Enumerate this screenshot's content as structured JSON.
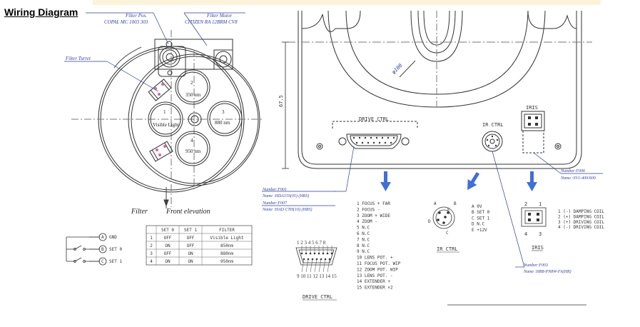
{
  "title": "Wiring Diagram",
  "callouts": {
    "filter_pos": [
      "Filter Pos.",
      "COPAL MC 1003 303"
    ],
    "filter_motor": [
      "Filter Motor",
      "CITIZEN RA 12BRM CV8"
    ],
    "filter_turret": "Filter Turret",
    "d100": "φ100",
    "dim_675": "67.5",
    "f001": [
      "Number:F001",
      "Name :HDA15S(05) (HRS)",
      "Number:F007",
      "Name :HAD CTH(10) (HRS)"
    ],
    "f003": [
      "Number:F003",
      "Name :HR8-PN8W-FA(HR)"
    ],
    "f006": [
      "Number:F006",
      "Name :SV1-400/600"
    ]
  },
  "filters": [
    {
      "num": "2",
      "label": "350 nm"
    },
    {
      "num": "1",
      "label": "Visible Light"
    },
    {
      "num": "3",
      "label": "880 nm"
    },
    {
      "num": "4",
      "label": "950 nm"
    }
  ],
  "elevation_captions": [
    "Filter",
    "Front elevation"
  ],
  "switch_labels": [
    "GND",
    "SET 0",
    "SET 1"
  ],
  "filter_table": {
    "headers": [
      "",
      "SET 0",
      "SET 1",
      "FILTER"
    ],
    "rows": [
      [
        "1",
        "OFF",
        "OFF",
        "Visible Light"
      ],
      [
        "2",
        "ON",
        "OFF",
        "850nm"
      ],
      [
        "3",
        "OFF",
        "ON",
        "880nm"
      ],
      [
        "4",
        "ON",
        "ON",
        "950nm"
      ]
    ]
  },
  "panel": {
    "drive_ctrl": "DRIVE CTRL",
    "ir_ctrl": "IR CTRL",
    "iris": "IRIS"
  },
  "drive_ctrl_pins": [
    "1  FOCUS + FAR",
    "2  FOCUS -",
    "3  ZOOM  + WIDE",
    "4  ZOOM  -",
    "5  N.C",
    "6  N.C",
    "7  N.C",
    "8  N.C",
    "9  N.C",
    "10  LENS  POT. +",
    "11  FOCUS  POT. WIP",
    "12  ZOOM  POT. WIP",
    "13  LENS  POT. -",
    "14  EXTENDER +",
    "15  EXTENDER  ×2"
  ],
  "drive_connector_top_nums": "1 2 3 4 5 6 7 8",
  "drive_connector_bottom_nums": "9 10 11 12 13 14 15",
  "drive_ctrl_caption": "DRIVE CTRL",
  "ir_pin_letters": [
    "A",
    "B",
    "C",
    "D",
    "E"
  ],
  "ir_pins": [
    "A   0V",
    "B   SET 0",
    "C   SET 1",
    "D   N.C",
    "E   +12V"
  ],
  "ir_caption": "IR CTRL",
  "iris_pin_nums": [
    "2",
    "1",
    "4",
    "3"
  ],
  "iris_pins": [
    "1   (-) DAMPING COIL",
    "2   (+) DAMPING COIL",
    "3   (+) DRIVING COIL",
    "4   (-) DRIVING COIL"
  ],
  "iris_caption": "IRIS",
  "colors": {
    "arrow": "#3f6fd8",
    "callout": "#2e3c9e",
    "highlight": "#fbf3da"
  }
}
